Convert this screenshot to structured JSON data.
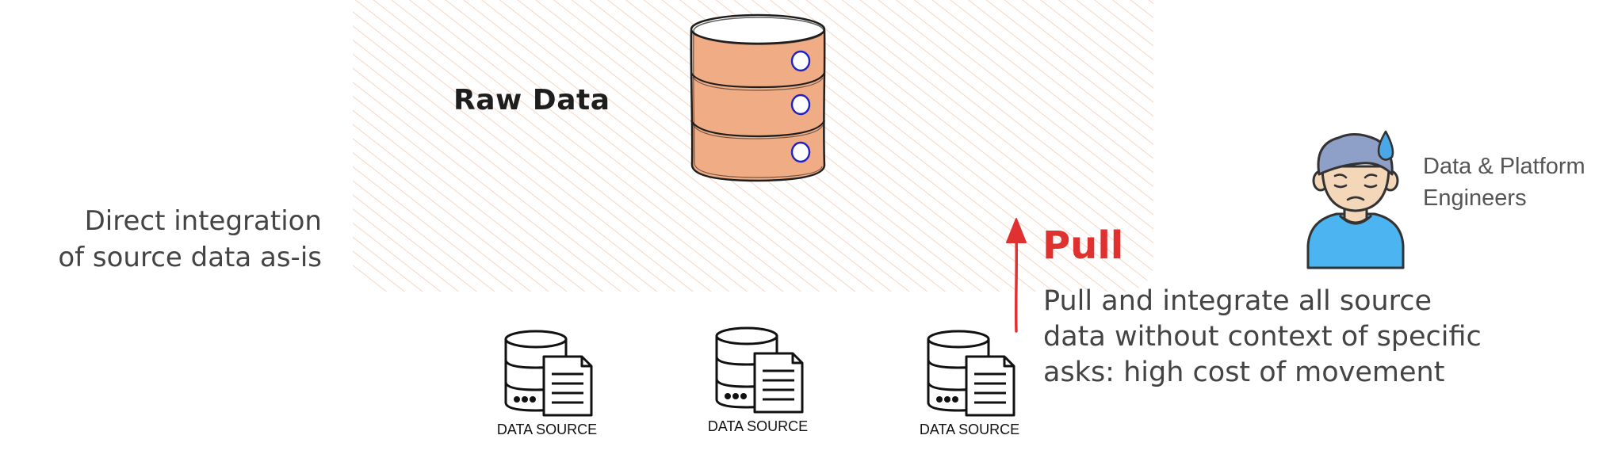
{
  "diagram": {
    "raw_data_label": "Raw Data",
    "left_note": {
      "line1": "Direct integration",
      "line2": "of source data as-is"
    },
    "pull": {
      "label": "Pull",
      "description_line1": "Pull and integrate all source",
      "description_line2": "data without context of specific",
      "description_line3": "asks: high cost of movement"
    },
    "role": {
      "line1": "Data & Platform",
      "line2": "Engineers"
    },
    "data_sources": [
      {
        "label": "DATA SOURCE"
      },
      {
        "label": "DATA SOURCE"
      },
      {
        "label": "DATA SOURCE"
      }
    ],
    "colors": {
      "hatch": "#f2b896",
      "cylinder_fill": "#f0ac84",
      "server_dot": "#1d22c7",
      "pull_red": "#e03131",
      "person_shirt": "#4cb4f0",
      "person_hair": "#8fa0c8",
      "person_skin": "#f4d7b8",
      "sweat_drop": "#4aa8e8"
    }
  }
}
